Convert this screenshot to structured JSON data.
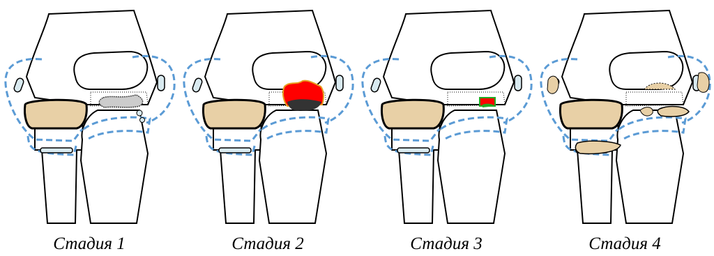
{
  "stages": [
    {
      "caption": "Стадия 1",
      "lesion": "sclerotic-pattern"
    },
    {
      "caption": "Стадия 2",
      "lesion": "red-fragment"
    },
    {
      "caption": "Стадия 3",
      "lesion": "small-red-fragment"
    },
    {
      "caption": "Стадия 4",
      "lesion": "loose-bodies"
    }
  ],
  "colors": {
    "bone_outline": "#000000",
    "capsule_dashed": "#5b9bd5",
    "cartilage_fill": "#e8d0a6",
    "meniscus_fill": "#d9eaf0",
    "lesion_red": "#ff0000",
    "lesion_dark": "#333333",
    "lesion_green": "#22aa22"
  }
}
